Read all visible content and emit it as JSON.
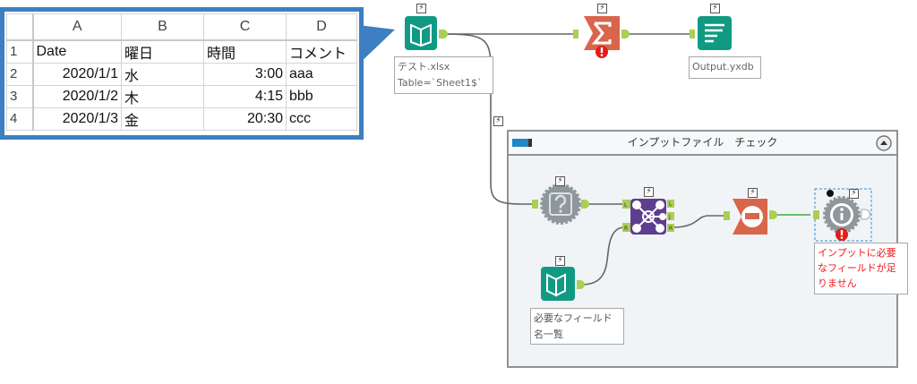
{
  "excel": {
    "columns": [
      "A",
      "B",
      "C",
      "D"
    ],
    "rows": [
      {
        "num": "1",
        "cells": [
          "Date",
          "曜日",
          "時間",
          "コメント"
        ]
      },
      {
        "num": "2",
        "cells": [
          "2020/1/1",
          "水",
          "3:00",
          "aaa"
        ]
      },
      {
        "num": "3",
        "cells": [
          "2020/1/2",
          "木",
          "4:15",
          "bbb"
        ]
      },
      {
        "num": "4",
        "cells": [
          "2020/1/3",
          "金",
          "20:30",
          "ccc"
        ]
      }
    ]
  },
  "workflow": {
    "input_label_line1": "テスト.xlsx",
    "input_label_line2": "Table=`Sheet1$`",
    "output_label": "Output.yxdb",
    "container_title": "インプットファイル　チェック",
    "text_input_label_line1": "必要なフィールド",
    "text_input_label_line2": "名一覧",
    "message_label": "インプットに必要なフィールドが足りません",
    "join_anchors": [
      "L",
      "R",
      "L",
      "J",
      "R"
    ],
    "bolt": "⚡"
  },
  "colors": {
    "callout": "#3d7fc1",
    "input": "#119a83",
    "summarize": "#d9654a",
    "join": "#5f3d8f",
    "error": "#e21b1b",
    "anchor": "#a9cf54"
  }
}
